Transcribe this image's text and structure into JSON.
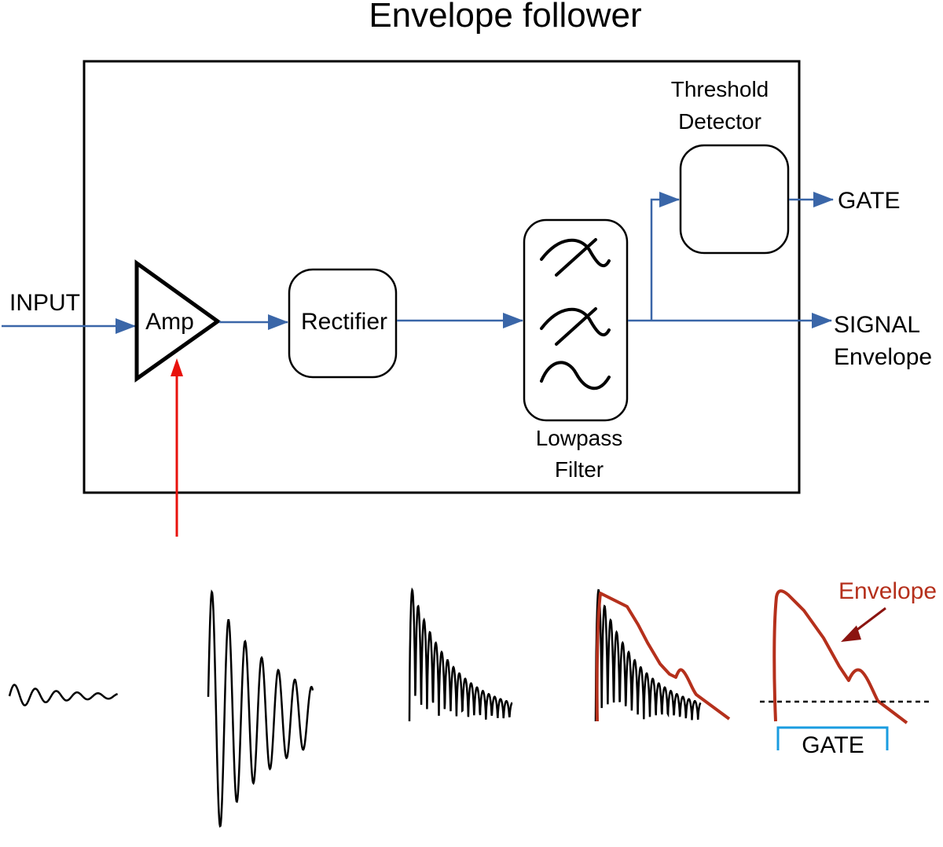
{
  "title": "Envelope follower",
  "blocks": {
    "amp": "Amp",
    "rectifier": "Rectifier",
    "lowpass": [
      "Lowpass",
      "Filter"
    ],
    "threshold": [
      "Threshold",
      "Detector"
    ]
  },
  "io": {
    "input": "INPUT",
    "gate": "GATE",
    "signal_envelope": [
      "SIGNAL",
      "Envelope"
    ]
  },
  "waveform_labels": {
    "envelope": "Envelope",
    "gate": "GATE"
  },
  "colors": {
    "signal_line": "#3a66a8",
    "control_line": "#e8120c",
    "envelope": "#b5301c",
    "gate_bracket": "#1a9ce0",
    "ink": "#000000"
  }
}
